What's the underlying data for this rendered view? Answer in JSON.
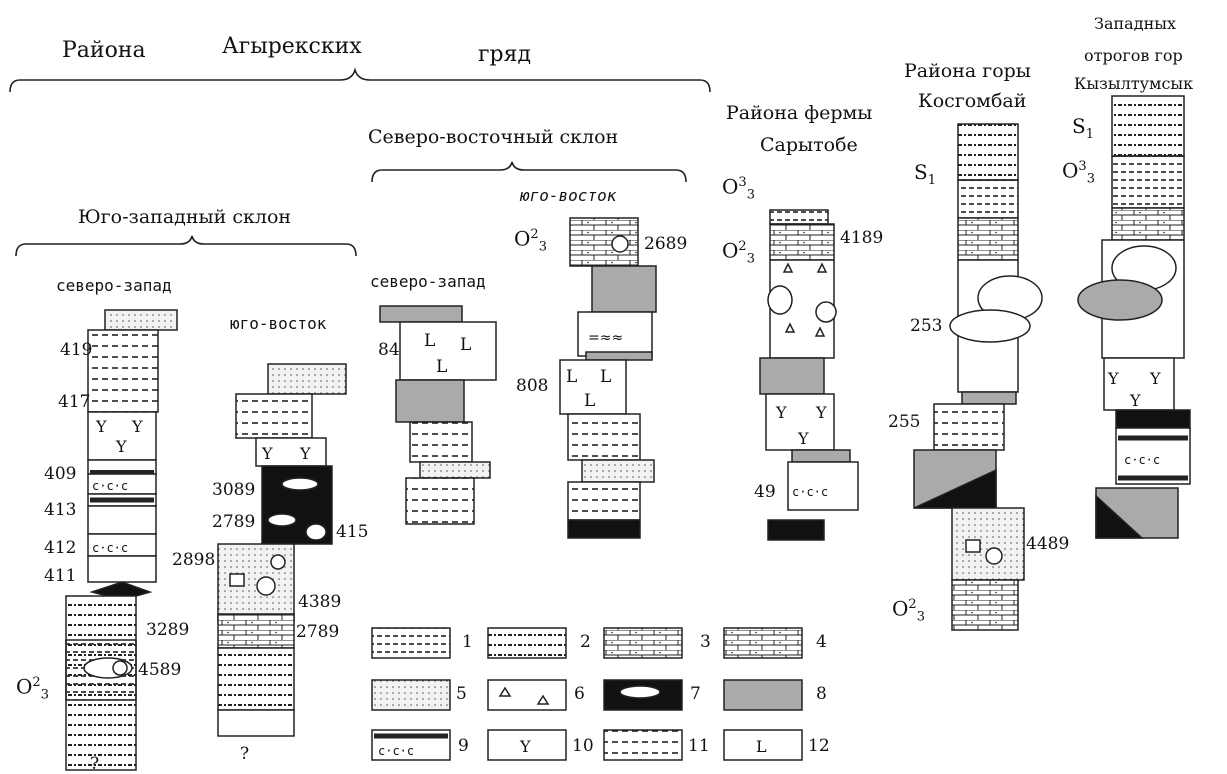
{
  "header": {
    "word1": "Района",
    "word2": "Агырекских",
    "word3": "гряд",
    "northeast_slope": "Северо-восточный склон",
    "southwest_slope": "Юго-западный склон"
  },
  "columns": {
    "sw_nw": {
      "title": "северо-запад",
      "labels": [
        "419",
        "417",
        "409",
        "413",
        "412",
        "411",
        "3289",
        "4589"
      ],
      "age": "O",
      "age_sup": "2",
      "age_sub": "3",
      "bottom": "?"
    },
    "sw_se": {
      "title": "юго-восток",
      "labels": [
        "3089",
        "2789",
        "415",
        "2898",
        "4389",
        "2789"
      ],
      "bottom": "?"
    },
    "ne_nw": {
      "title": "северо-запад",
      "labels": [
        "84"
      ]
    },
    "ne_se": {
      "title": "юго-восток",
      "labels": [
        "2689",
        "808"
      ],
      "age": "O",
      "age_sup": "2",
      "age_sub": "3"
    },
    "farm": {
      "title1": "Района фермы",
      "title2": "Сарытобе",
      "labels": [
        "4189",
        "49"
      ],
      "age1": "O",
      "age1_sup": "3",
      "age1_sub": "3",
      "age2": "O",
      "age2_sup": "2",
      "age2_sub": "3"
    },
    "kosgombai": {
      "title1": "Района горы",
      "title2": "Косгомбай",
      "labels": [
        "253",
        "255",
        "4489"
      ],
      "age_s": "S",
      "age_s_sub": "1",
      "age": "O",
      "age_sup": "2",
      "age_sub": "3"
    },
    "kyzyl": {
      "title1": "Западных",
      "title2": "отрогов гор",
      "title3": "Кызылтумсык",
      "age_s": "S",
      "age_s_sub": "1",
      "age": "O",
      "age_sup": "3",
      "age_sub": "3"
    }
  },
  "legend": [
    "1",
    "2",
    "3",
    "4",
    "5",
    "6",
    "7",
    "8",
    "9",
    "10",
    "11",
    "12"
  ]
}
